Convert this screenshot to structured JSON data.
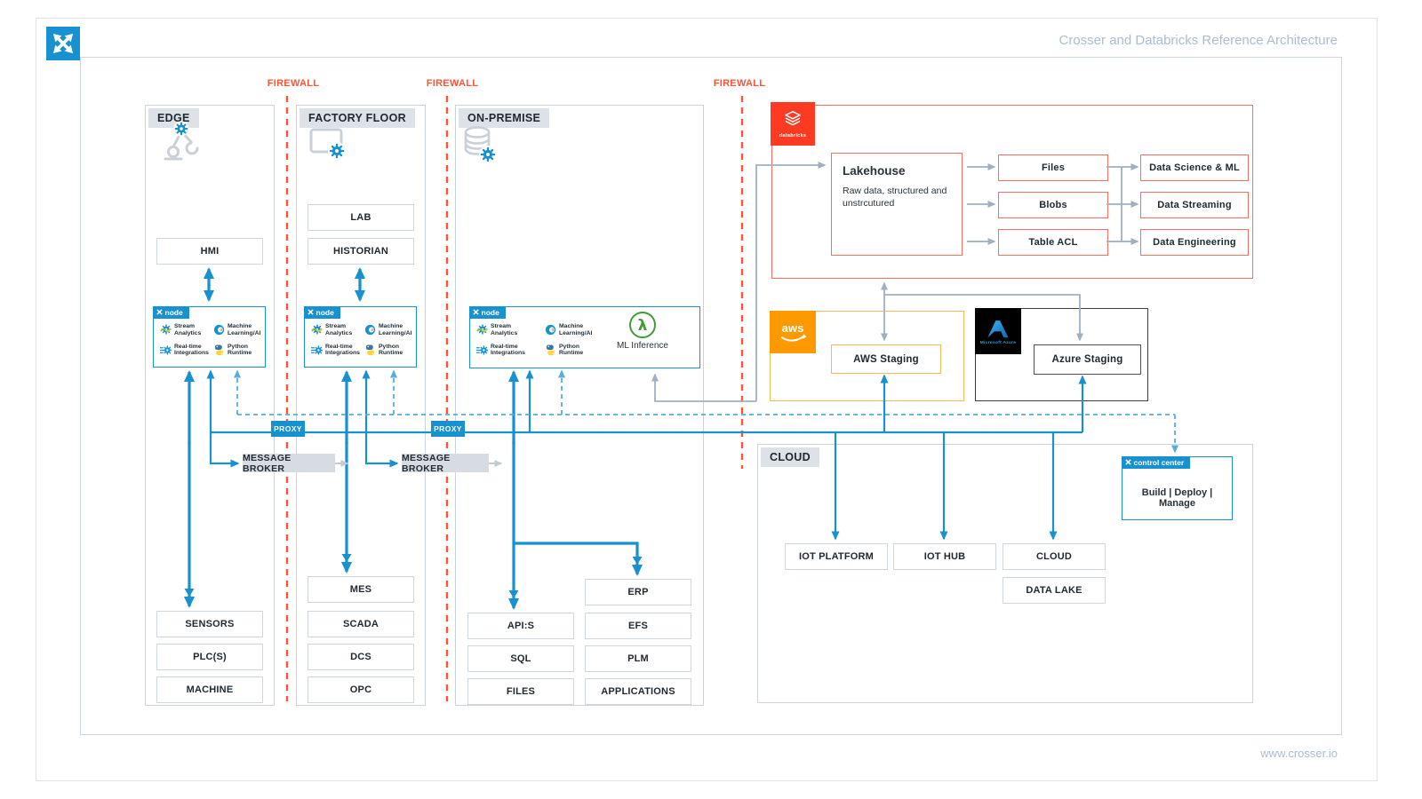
{
  "header": {
    "title": "Crosser and Databricks Reference Architecture"
  },
  "footer": {
    "link": "www.crosser.io"
  },
  "labels": {
    "firewall": "FIREWALL",
    "proxy": "PROXY",
    "message_broker": "MESSAGE BROKER",
    "node": "node"
  },
  "node_features": [
    {
      "icon": "stream-analytics-icon",
      "label": "Stream Analytics"
    },
    {
      "icon": "machine-learning-icon",
      "label": "Machine Learning/AI"
    },
    {
      "icon": "realtime-integrations-icon",
      "label": "Real-time Integrations"
    },
    {
      "icon": "python-runtime-icon",
      "label": "Python Runtime"
    }
  ],
  "edge": {
    "title": "EDGE",
    "icon": "robot-arm-icon",
    "hmi": "HMI",
    "devices": [
      "SENSORS",
      "PLC(S)",
      "MACHINE"
    ]
  },
  "factory": {
    "title": "FACTORY FLOOR",
    "icon": "monitor-icon",
    "systems_top": [
      "LAB",
      "HISTORIAN"
    ],
    "systems_bottom": [
      "MES",
      "SCADA",
      "DCS",
      "OPC"
    ]
  },
  "onpremise": {
    "title": "ON-PREMISE",
    "icon": "database-icon",
    "ml_inference": "ML Inference",
    "systems_left": [
      "API:S",
      "SQL",
      "FILES"
    ],
    "systems_right": [
      "ERP",
      "EFS",
      "PLM",
      "APPLICATIONS"
    ]
  },
  "databricks": {
    "brand": "databricks",
    "lakehouse": {
      "title": "Lakehouse",
      "subtitle": "Raw data, structured and unstrcutured"
    },
    "storage": [
      "Files",
      "Blobs",
      "Table ACL"
    ],
    "capabilities": [
      "Data Science & ML",
      "Data Streaming",
      "Data Engineering"
    ]
  },
  "aws": {
    "brand": "aws",
    "staging": "AWS Staging"
  },
  "azure": {
    "brand": "Microsoft Azure",
    "staging": "Azure Staging"
  },
  "cloud": {
    "title": "CLOUD",
    "services": [
      "IOT PLATFORM",
      "IOT HUB",
      "CLOUD",
      "DATA LAKE"
    ],
    "control_center": {
      "tab": "control center",
      "text": "Build | Deploy | Manage"
    }
  },
  "colors": {
    "accent_blue": "#1791cf",
    "dashed_blue": "#56aede",
    "firewall_orange": "#ff5335",
    "databricks_red": "#ff3a22",
    "aws_orange": "#ff9900",
    "azure_blue": "#2e9fe6",
    "lambda_green": "#3f9c35",
    "wire_gray": "#9fb0c0",
    "frame_gray": "#ccd3db",
    "muted_title": "#a9bdd2"
  }
}
